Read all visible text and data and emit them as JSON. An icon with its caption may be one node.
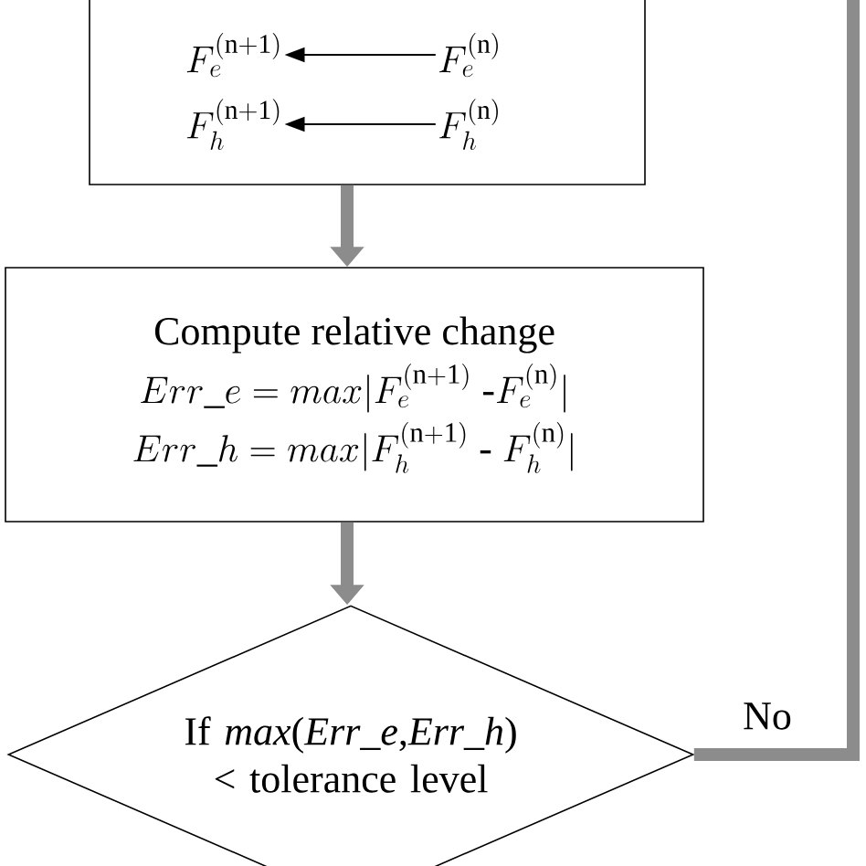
{
  "diagram": {
    "nodes": [
      {
        "text": [],
        "shape": "box"
      },
      {
        "text": [
          "F_e^{(\\mathrm{n+1})}"
        ],
        "in": 0
      },
      {
        "text": [
          "F_h^{(\\mathrm{n+1})}"
        ],
        "in": 0
      },
      {
        "text": [
          "F_e^{(\\mathrm{n})}"
        ],
        "in": 0
      },
      {
        "text": [
          "F_h^{(\\mathrm{n})}"
        ],
        "in": 0
      },
      {
        "text": [
          "Compute relative change",
          "Err\\_e=max|F_e^{(\\mathrm{n+1})}\\ \\text{-}F_e^{(\\mathrm{n})}|",
          "Err\\_h=max|F_h^{(\\mathrm{n+1})}\\ \\text{-}\\ F_h^{(\\mathrm{n})}|"
        ]
      },
      {
        "text": [
          "If *max*(*Err_e*,*Err_h*) < tolerance level"
        ]
      }
    ],
    "edges": [
      {
        "from": 3,
        "to": 1,
        "arrow": "to",
        "color": "#000000"
      },
      {
        "from": 4,
        "to": 2,
        "arrow": "to",
        "color": "#000000"
      },
      {
        "from": 0,
        "to": 5,
        "arrow": "to"
      },
      {
        "from": 5,
        "to": 6,
        "arrow": "to"
      },
      {
        "from": 6,
        "to": null,
        "arrow": "none",
        "label": "No"
      }
    ]
  }
}
